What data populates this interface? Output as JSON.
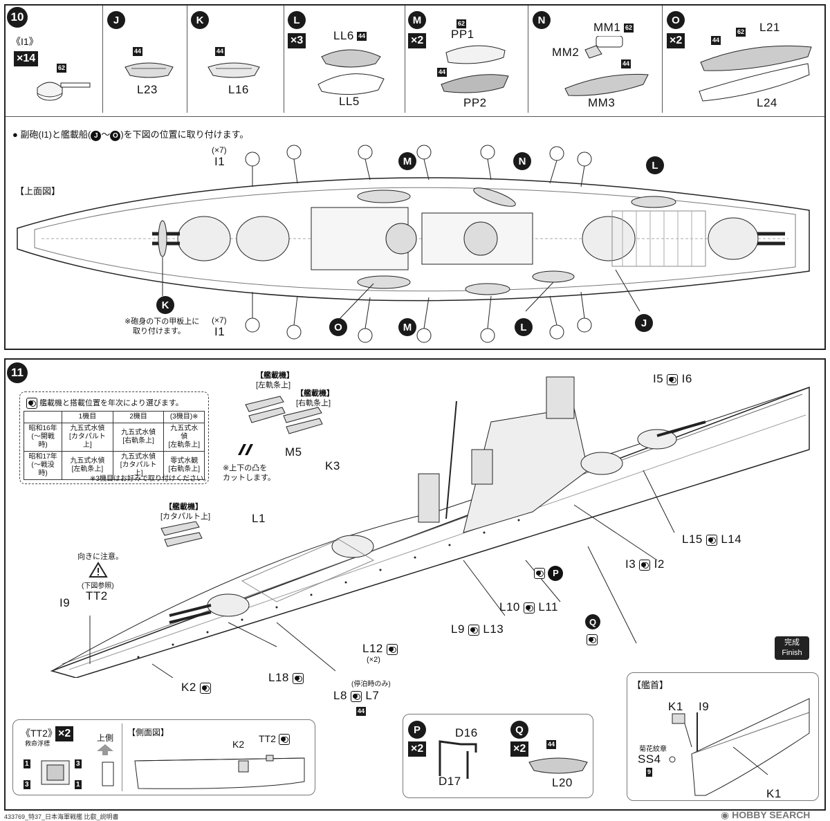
{
  "step10": {
    "number": "10",
    "parts": [
      {
        "key": "I1",
        "title": "《I1》",
        "mult": "×14",
        "tag": "62"
      },
      {
        "key": "J",
        "label": "L23",
        "tag": "44"
      },
      {
        "key": "K",
        "label": "L16",
        "tag": "44"
      },
      {
        "key": "L",
        "mult": "×3",
        "label_top": "LL6",
        "tag_top": "44",
        "label_bottom": "LL5"
      },
      {
        "key": "M",
        "mult": "×2",
        "label_top": "PP1",
        "tag_top": "62",
        "tag_side": "44",
        "label_bottom": "PP2"
      },
      {
        "key": "N",
        "label_mm1": "MM1",
        "tag_mm1": "62",
        "label_mm2": "MM2",
        "tag_mm3": "44",
        "label_mm3": "MM3"
      },
      {
        "key": "O",
        "mult": "×2",
        "tag_a": "44",
        "tag_b": "62",
        "label_top": "L21",
        "label_bottom": "L24"
      }
    ],
    "instruction_prefix": "●",
    "instruction": "副砲(I1)と艦載船(",
    "instruction_j": "J",
    "instruction_tilde": "〜",
    "instruction_o": "O",
    "instruction_suffix": ")を下図の位置に取り付けます。",
    "top_view_label": "【上面図】",
    "i1_count_top": "(×7)",
    "i1_label_top": "I1",
    "i1_count_bottom": "(×7)",
    "i1_label_bottom": "I1",
    "k_note_line1": "※砲身の下の甲板上に",
    "k_note_line2": "取り付けます。",
    "marker_M": "M",
    "marker_N": "N",
    "marker_L": "L",
    "marker_K": "K",
    "marker_O": "O",
    "marker_J": "J"
  },
  "step11": {
    "number": "11",
    "plane_note": "艦載機と搭載位置を年次により選びます。",
    "table": {
      "headers": [
        "",
        "1機目",
        "2機目",
        "(3機目)※"
      ],
      "rows": [
        [
          "昭和16年\n(〜開戦時)",
          "九五式水偵\n[カタパルト上]",
          "九五式水偵\n[右軌条上]",
          "九五式水偵\n[左軌条上]"
        ],
        [
          "昭和17年\n(〜戦没時)",
          "九五式水偵\n[左軌条上]",
          "九五式水偵\n[カタパルト上]",
          "零式水観\n[右軌条上]"
        ]
      ],
      "footnote": "※3機目はお好みで取り付けください。"
    },
    "plane_left_title": "【艦載機】",
    "plane_left_sub": "[左軌条上]",
    "plane_right_title": "【艦載機】",
    "plane_right_sub": "[右軌条上]",
    "plane_cat_title": "【艦載機】",
    "plane_cat_sub": "[カタパルト上]",
    "cut_note_line1": "※上下の凸を",
    "cut_note_line2": "カットします。",
    "labels": {
      "M5": "M5",
      "K3": "K3",
      "L1": "L1",
      "I5": "I5",
      "I6": "I6",
      "L15": "L15",
      "L14": "L14",
      "I3": "I3",
      "I2": "I2",
      "L10": "L10",
      "L11": "L11",
      "L9": "L9",
      "L13": "L13",
      "L12": "L12",
      "L12_count": "(×2)",
      "L18": "L18",
      "L8": "L8",
      "L7": "L7",
      "L8_note": "(停泊時のみ)",
      "L8_tag": "44",
      "K2": "K2",
      "I9": "I9",
      "TT2": "TT2",
      "TT2_note": "(下図参照)",
      "P": "P",
      "Q": "Q"
    },
    "caution": "向きに注意。",
    "finish_line1": "完成",
    "finish_line2": "Finish",
    "tt2_box": {
      "title": "《TT2》",
      "mult": "×2",
      "subtitle": "救命浮標",
      "up_label": "上側",
      "nums": [
        "1",
        "3",
        "3",
        "1"
      ]
    },
    "side_view": {
      "title": "【側面図】",
      "k2": "K2",
      "tt2": "TT2"
    },
    "pq_box": {
      "p": "P",
      "p_mult": "×2",
      "d16": "D16",
      "d17": "D17",
      "q": "Q",
      "q_mult": "×2",
      "q_tag": "44",
      "l20": "L20"
    },
    "bow_box": {
      "title": "【艦首】",
      "k1_top": "K1",
      "i9": "I9",
      "kiku": "菊花紋章",
      "ss4": "SS4",
      "ss4_tag": "9",
      "k1_bottom": "K1"
    }
  },
  "footer": {
    "left": "433769_特37_日本海軍戦艦 比叡_説明書",
    "watermark": "HOBBY SEARCH"
  }
}
